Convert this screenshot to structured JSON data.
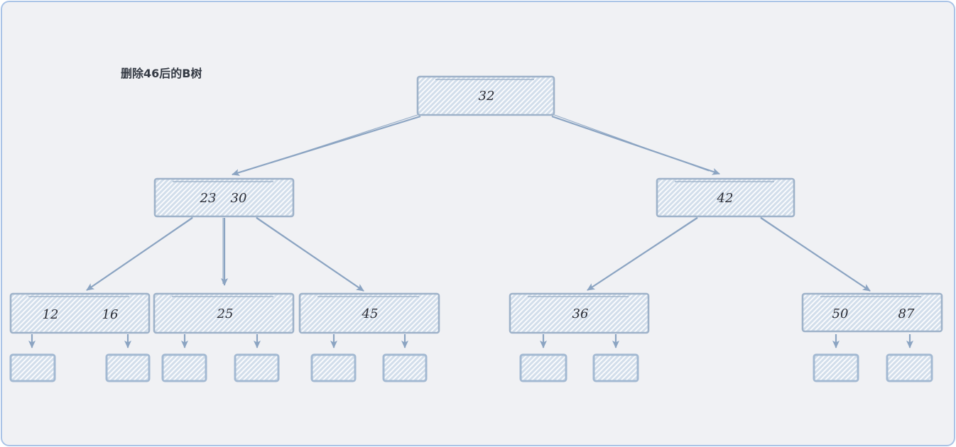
{
  "page": {
    "background": "#ffffff"
  },
  "frame": {
    "background": "#f0f1f4",
    "border_color": "#a9c3e6"
  },
  "diagram": {
    "title": "删除46后的B树",
    "type": "b-tree",
    "colors": {
      "node_border": "#9eb2c9",
      "node_fill": "#fafbfd",
      "hatch_line": "#d2deeb",
      "arrow": "#8ba4c2",
      "key_text": "#2b2d36",
      "title_text": "#343a44"
    },
    "nodes": {
      "root": {
        "keys": [
          "32"
        ]
      },
      "internal_left": {
        "keys": [
          "23",
          "30"
        ]
      },
      "internal_right": {
        "keys": [
          "42"
        ]
      },
      "leaf_12_16": {
        "keys": [
          "12",
          "16"
        ]
      },
      "leaf_25": {
        "keys": [
          "25"
        ]
      },
      "leaf_45": {
        "keys": [
          "45"
        ]
      },
      "leaf_36": {
        "keys": [
          "36"
        ]
      },
      "leaf_50_87": {
        "keys": [
          "50",
          "87"
        ]
      }
    },
    "edges": [
      {
        "from": "root",
        "to": "internal_left"
      },
      {
        "from": "root",
        "to": "internal_right"
      },
      {
        "from": "internal_left",
        "to": "leaf_12_16"
      },
      {
        "from": "internal_left",
        "to": "leaf_25"
      },
      {
        "from": "internal_left",
        "to": "leaf_45"
      },
      {
        "from": "internal_right",
        "to": "leaf_36"
      },
      {
        "from": "internal_right",
        "to": "leaf_50_87"
      },
      {
        "from": "leaf_12_16",
        "to": "empty_box_1"
      },
      {
        "from": "leaf_12_16",
        "to": "empty_box_2"
      },
      {
        "from": "leaf_25",
        "to": "empty_box_3"
      },
      {
        "from": "leaf_25",
        "to": "empty_box_4"
      },
      {
        "from": "leaf_45",
        "to": "empty_box_5"
      },
      {
        "from": "leaf_45",
        "to": "empty_box_6"
      },
      {
        "from": "leaf_36",
        "to": "empty_box_7"
      },
      {
        "from": "leaf_36",
        "to": "empty_box_8"
      },
      {
        "from": "leaf_50_87",
        "to": "empty_box_9"
      },
      {
        "from": "leaf_50_87",
        "to": "empty_box_10"
      }
    ],
    "empty_leaf_boxes": 10
  }
}
